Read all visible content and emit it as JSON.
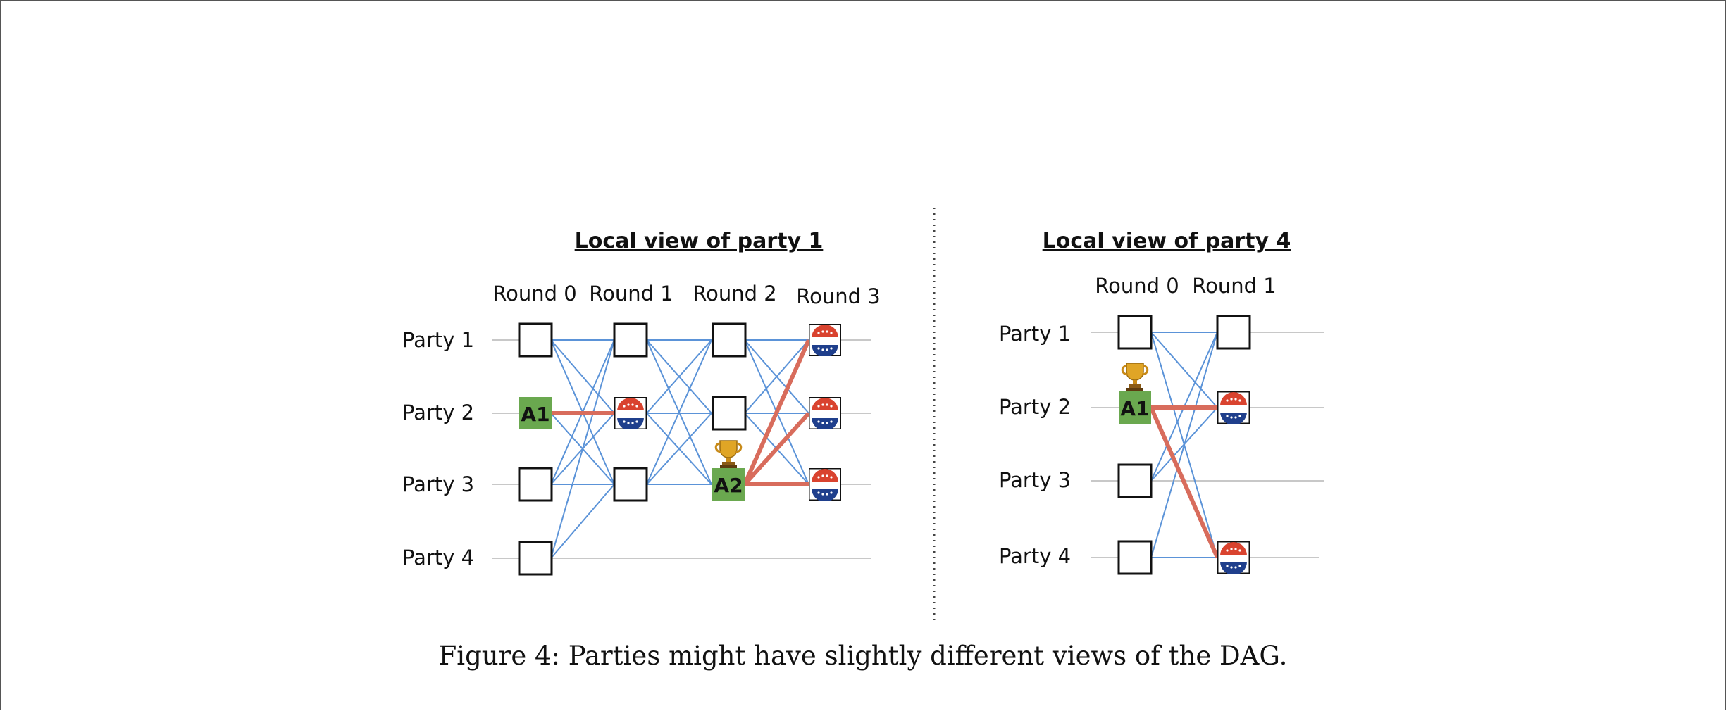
{
  "figure": {
    "caption": "Figure 4: Parties might have slightly different views of the DAG.",
    "colors": {
      "edge": "#5b93d8",
      "highlight_edge": "#d86c5c",
      "anchor": "#6aa84f"
    },
    "icons": [
      "vote-badge-icon",
      "trophy-icon"
    ]
  },
  "left_panel": {
    "title": "Local view of party 1",
    "rounds": [
      "Round 0",
      "Round 1",
      "Round 2",
      "Round 3"
    ],
    "parties": [
      "Party 1",
      "Party 2",
      "Party 3",
      "Party 4"
    ],
    "anchors": [
      {
        "label": "A1",
        "party": "Party 2",
        "round": "Round 0"
      },
      {
        "label": "A2",
        "party": "Party 3",
        "round": "Round 2",
        "trophy": true
      }
    ],
    "vote_nodes": [
      {
        "party": "Party 2",
        "round": "Round 1",
        "badge": "VOTE"
      },
      {
        "party": "Party 1",
        "round": "Round 3",
        "badge": "VOTE"
      },
      {
        "party": "Party 2",
        "round": "Round 3",
        "badge": "VOTE"
      },
      {
        "party": "Party 3",
        "round": "Round 3",
        "badge": "VOTE"
      }
    ]
  },
  "right_panel": {
    "title": "Local view of party 4",
    "rounds": [
      "Round 0",
      "Round 1"
    ],
    "parties": [
      "Party 1",
      "Party 2",
      "Party 3",
      "Party 4"
    ],
    "anchors": [
      {
        "label": "A1",
        "party": "Party 2",
        "round": "Round 0",
        "trophy": true
      }
    ],
    "vote_nodes": [
      {
        "party": "Party 2",
        "round": "Round 1",
        "badge": "VOTE"
      },
      {
        "party": "Party 4",
        "round": "Round 1",
        "badge": "VOTE"
      }
    ]
  }
}
